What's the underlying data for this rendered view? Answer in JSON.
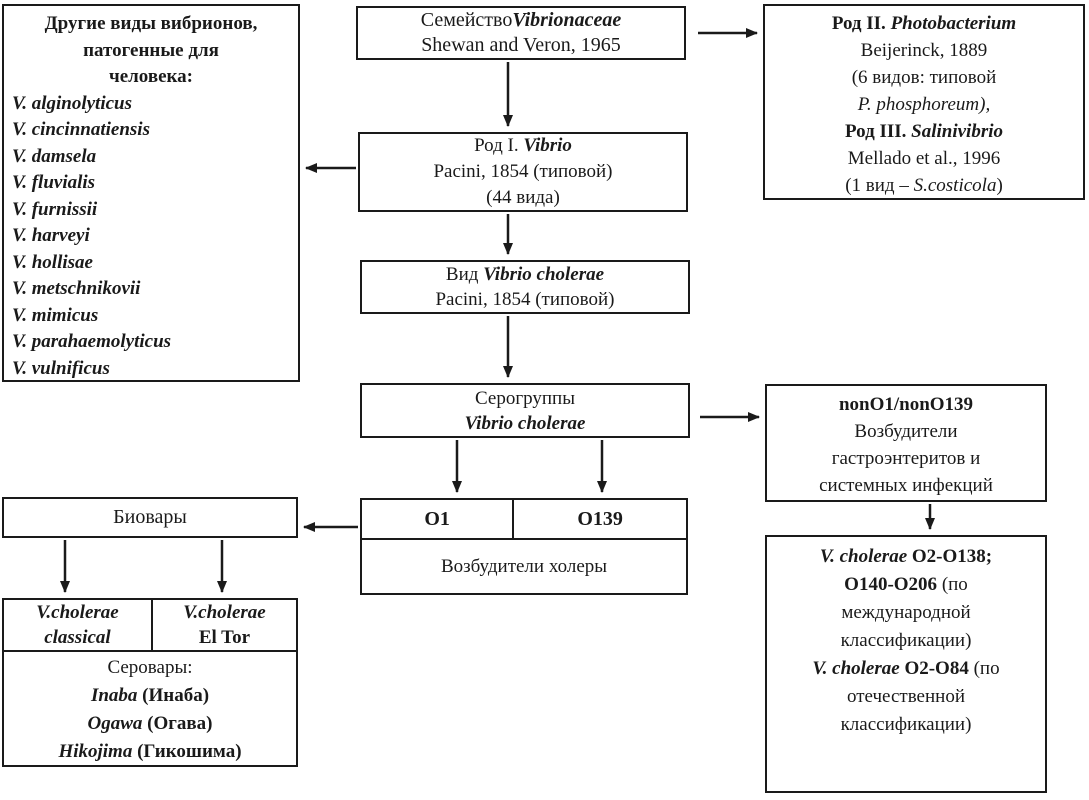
{
  "colors": {
    "ink": "#1a1a1a",
    "paper": "#ffffff"
  },
  "boxes": {
    "other_vibrios": {
      "title": [
        "Другие виды вибрионов,",
        "патогенные для",
        "человека:"
      ],
      "species": [
        "V. alginolyticus",
        "V. cincinnatiensis",
        "V. damsela",
        "V. fluvialis",
        "V. furnissii",
        "V. harveyi",
        "V. hollisae",
        "V. metschnikovii",
        "V. mimicus",
        "V. parahaemolyticus",
        "V. vulnificus"
      ]
    },
    "family": {
      "rank": "Семейство",
      "name": "Vibrionaceae",
      "authority": "Shewan and Veron, 1965"
    },
    "genus1": {
      "rank": "Род I.",
      "name": "Vibrio",
      "authority": "Pacini, 1854 (типовой)",
      "count": "(44 вида)"
    },
    "genus2_3": {
      "genus2_rank": "Род II.",
      "genus2_name": "Photobacterium",
      "genus2_authority": "Beijerinck, 1889",
      "genus2_note": "(6 видов: типовой",
      "genus2_type_species": "P. phosphoreum),",
      "genus3_rank": "Род III.",
      "genus3_name": "Salinivibrio",
      "genus3_authority": "Mellado et al., 1996",
      "genus3_note_prefix": "(1 вид – ",
      "genus3_type_species": "S.costicola",
      "genus3_note_suffix": ")"
    },
    "species_cholerae": {
      "rank": "Вид",
      "name": "Vibrio cholerae",
      "authority": "Pacini, 1854 (типовой)"
    },
    "serogroups": {
      "line1": "Серогруппы",
      "name": "Vibrio cholerae"
    },
    "o1_o139": {
      "cell_o1": "O1",
      "cell_o139": "O139",
      "caption": "Возбудители холеры"
    },
    "biovars": {
      "title": "Биовары"
    },
    "biovar_cells": {
      "classical_line1": "V.cholerae",
      "classical_line2": "classical",
      "eltor_line1": "V.cholerae",
      "eltor_line2": "El Tor",
      "serovars_title": "Серовары:",
      "serovars": [
        {
          "latin": "Inaba",
          "cyrillic": "(Инаба)"
        },
        {
          "latin": "Ogawa",
          "cyrillic": "(Огава)"
        },
        {
          "latin": "Hikojima",
          "cyrillic": "(Гикошима)"
        }
      ]
    },
    "non_o1": {
      "title": "nonO1/nonO139",
      "lines": [
        "Возбудители",
        "гастроэнтеритов и",
        "системных инфекций"
      ]
    },
    "intl": {
      "sp1_name": "V. cholerae",
      "sp1_range": "O2-O138;",
      "sp1_range2": "O140-O206",
      "sp1_par": "(по",
      "sp1_class1": "международной",
      "sp1_class2": "классификации)",
      "sp2_name": "V. cholerae",
      "sp2_range": "O2-O84",
      "sp2_par": "(по",
      "sp2_class1": "отечественной",
      "sp2_class2": "классификации)"
    }
  }
}
